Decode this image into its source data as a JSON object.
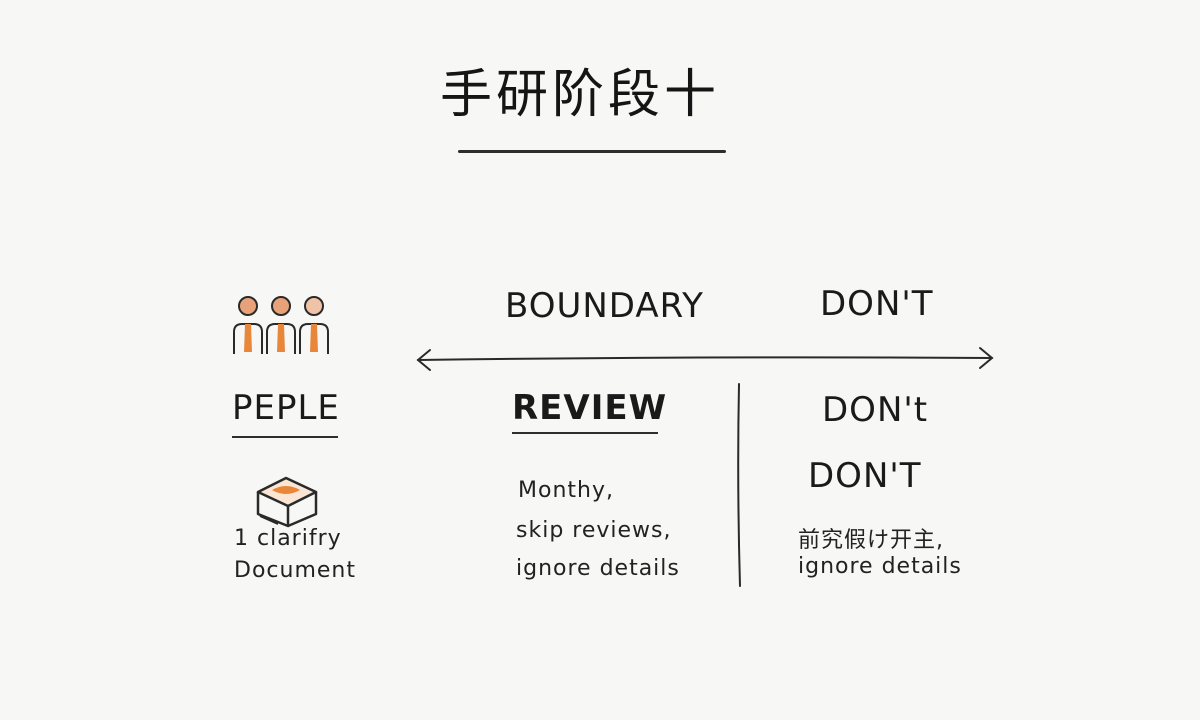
{
  "title": "手研阶段十",
  "left": {
    "people_label": "PEPLE",
    "doc_lines": [
      "1 clarifry",
      "Document"
    ]
  },
  "boundary": {
    "label": "BOUNDARY",
    "dont_label": "DON'T"
  },
  "review": {
    "label": "REVIEW",
    "items": [
      "Monthy,",
      "skip reviews,",
      "ignore details"
    ]
  },
  "dont_column": {
    "labels": [
      "DON't",
      "DON'T"
    ],
    "items": [
      "前究假け开主,",
      "ignore details"
    ]
  },
  "colors": {
    "accent": "#e8873a",
    "ink": "#1f1f1f",
    "background": "#f7f7f6"
  },
  "icons": [
    "people-icon",
    "document-box-icon",
    "double-arrow-icon"
  ]
}
